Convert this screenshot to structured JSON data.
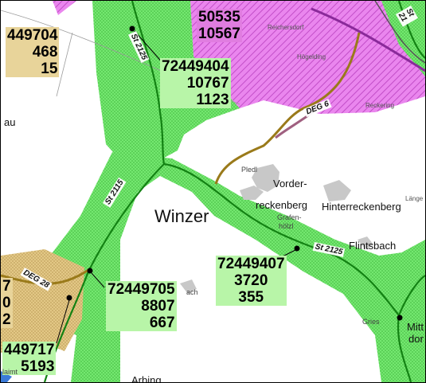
{
  "colors": {
    "protected_green": "#6fe86a",
    "protected_green_dots": "#4fc64b",
    "protected_magenta": "#e070e8",
    "protected_tan": "#d8b870",
    "main_road": "#1a8a1a",
    "minor_road": "#9a7a1a",
    "pink_road": "#a06080",
    "rail": "#8a2a9a",
    "settlement": "#c8c8c8"
  },
  "codes": {
    "top_left": [
      "449704",
      "468",
      "15"
    ],
    "top_magenta": [
      "50535",
      "10567"
    ],
    "center_top": [
      "72449404",
      "10767",
      "1123"
    ],
    "bottom_center": [
      "72449705",
      "8807",
      "667"
    ],
    "bottom_right": [
      "72449407",
      "3720",
      "355"
    ],
    "bottom_left": [
      "449717",
      "5193"
    ],
    "far_left_fragments": [
      "7",
      "0",
      "2"
    ]
  },
  "places": {
    "winzer": "Winzer",
    "vorder": "Vorder-",
    "reckenberg": "reckenberg",
    "hinterreckenberg": "Hinterreckenberg",
    "flintsbach": "Flintsbach",
    "pledl": "Pledl",
    "grafenholzl_1": "Grafen-",
    "grafenholzl_2": "hölzl",
    "gries": "Gries",
    "arbing": "Arbing",
    "au": "au",
    "reichersdorf": "Reichersdorf",
    "hoegelding": "Högelding",
    "reckering": "Reckering",
    "lange": "Länge",
    "bach": "ach",
    "haimt": "laimt",
    "mitterndorf_1": "Mitt",
    "mitterndorf_2": "dor"
  },
  "roads": {
    "st2125_top": "St 2125",
    "st2115": "St 2115",
    "st2125_mid": "St 2125",
    "deg6": "DEG 6",
    "deg28": "DEG 28",
    "st21_topright": "St 21"
  }
}
